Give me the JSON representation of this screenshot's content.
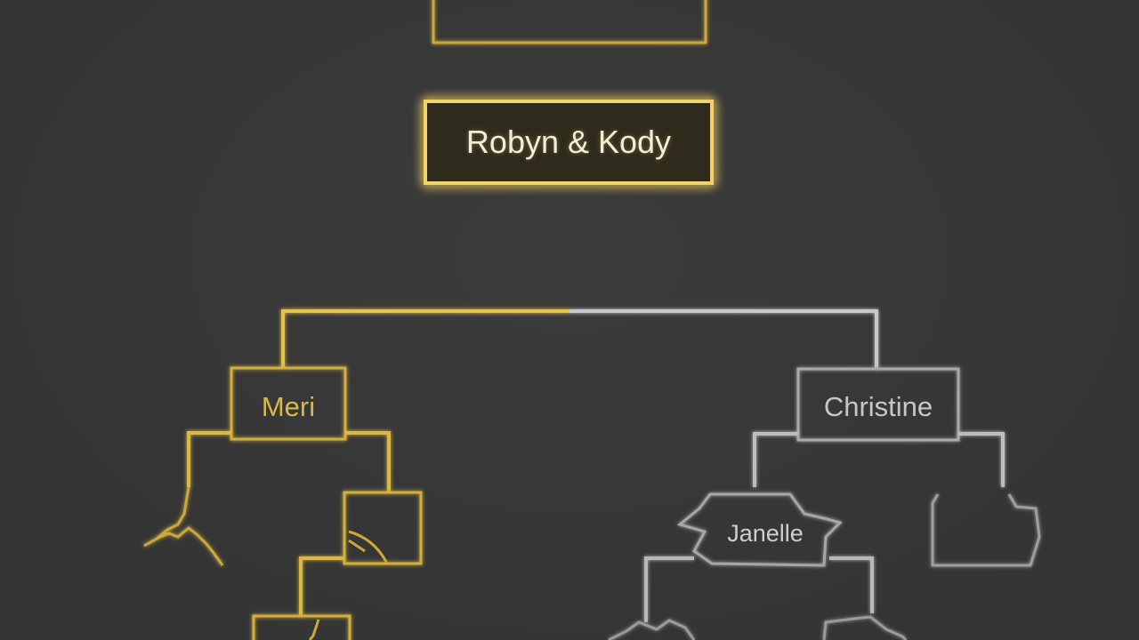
{
  "diagram": {
    "nodes": {
      "center": {
        "label": "Robyn & Kody"
      },
      "left_branch": {
        "label": "Meri"
      },
      "right_branch": {
        "label": "Christine"
      },
      "right_child": {
        "label": "Janelle"
      }
    },
    "colors": {
      "background": "#383838",
      "gold": "#e8c24e",
      "gold_dim": "#c9a93c",
      "silver": "#b8b8b8",
      "silver_dim": "#9a9a9a",
      "main_text": "#f3ecd6"
    }
  }
}
